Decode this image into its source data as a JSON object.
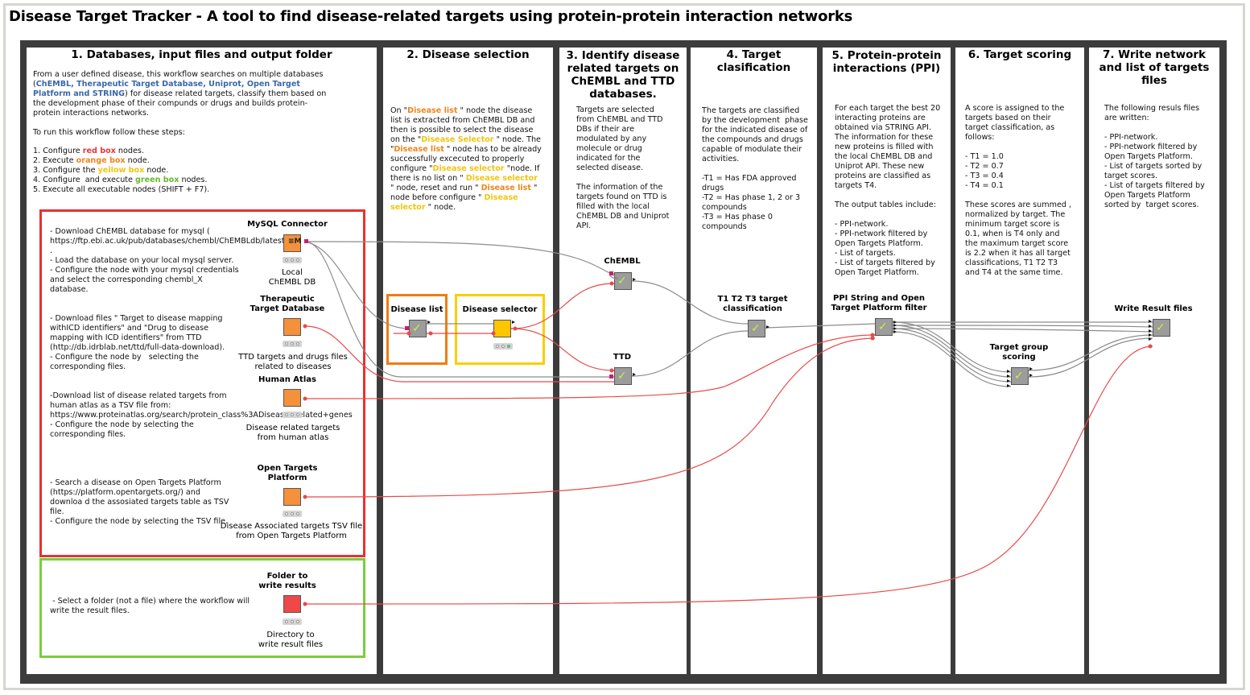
{
  "title": "Disease Target Tracker - A tool to find disease-related targets using protein-protein interaction networks",
  "columns": {
    "c1": "1. Databases, input files and output folder",
    "c2": "2. Disease selection",
    "c3": "3. Identify  disease related targets on ChEMBL and TTD databases.",
    "c4": "4. Target clasification",
    "c5": "5. Protein-protein interactions (PPI)",
    "c6": "6. Target scoring",
    "c7": "7. Write network and list of targets files"
  },
  "col1": {
    "intro_a": "From a user defined disease, this workflow searches on multiple databases (",
    "intro_dbs": "ChEMBL, Therapeutic Target Database, Uniprot, Open Target Platform and STRING",
    "intro_b": ") for disease related targets, classify them based on the development phase of their compunds or drugs and builds protein-protein interactions networks.",
    "steps_title": "To run this workflow follow these steps:",
    "step1_a": "1. Configure ",
    "step1_b": "red box",
    "step1_c": " nodes.",
    "step2_a": "2. Execute ",
    "step2_b": "orange box",
    "step2_c": " node.",
    "step3_a": "3. Configure the ",
    "step3_b": "yellow box",
    "step3_c": " node.",
    "step4_a": "4. Configure  and execute ",
    "step4_b": "green box",
    "step4_c": " nodes.",
    "step5": "5. Execute all executable nodes (SHIFT + F7).",
    "desc_mysql": "- Download ChEMBL database for mysql (   https://ftp.ebi.ac.uk/pub/databases/chembl/ChEMBLdb/latest/) .\n- Load the database on your local mysql server.\n- Configure the node with your mysql credentials and select the corresponding chembl_X database.",
    "desc_ttd": "- Download files \" Target to disease mapping withICD identifiers\" and \"Drug to disease mapping with ICD identifiers\" from TTD (http://db.idrblab.net/ttd/full-data-download).\n- Configure the node by   selecting the corresponding files.",
    "desc_atlas": "-Download list of disease related targets from human atlas as a TSV file from:\nhttps://www.proteinatlas.org/search/protein_class%3ADisease+related+genes\n- Configure the node by selecting the corresponding files.",
    "desc_otp": "- Search a disease on Open Targets Platform (https://platform.opentargets.org/) and downloa d the assosiated targets table as TSV file.\n- Configure the node by selecting the TSV file.",
    "desc_folder": " - Select a folder (not a file) where the workflow will write the result files."
  },
  "nodes": {
    "mysql_label": "MySQL Connector",
    "mysql_sub": "Local\nChEMBL DB",
    "ttd_label": "Therapeutic\nTarget Database",
    "ttd_sub": "TTD targets and drugs files\nrelated to diseases",
    "atlas_label": "Human Atlas",
    "atlas_sub": "Disease related targets\nfrom human atlas",
    "otp_label": "Open Targets\nPlatform",
    "otp_sub": "Disease Associated targets TSV file\nfrom Open Targets Platform",
    "folder_label": "Folder to\nwrite results",
    "folder_sub": "Directory to\nwrite result files",
    "disease_list": "Disease list",
    "disease_selector": "Disease selector",
    "chembl": "ChEMBL",
    "ttd": "TTD",
    "classif": "T1 T2 T3 target\nclassification",
    "ppi": "PPI String and Open\nTarget Platform filter",
    "scoring": "Target group\nscoring",
    "write": "Write Result files"
  },
  "col2": {
    "t1": "On \"",
    "t2": "Disease list",
    "t3": " \" node the disease list is extracted from ChEMBL DB and then is possible to select the disease on the \"",
    "t4": "Disease Selector",
    "t5": " \" node. The \"",
    "t6": "Disease list",
    "t7": " \" node has to be already successfully excecuted to properly configure \"",
    "t8": "Disease selector",
    "t9": " \"node. If there is no list on \" ",
    "t10": "Disease selector",
    "t11": " \" node, reset and run \" ",
    "t12": "Disease list",
    "t13": " \" node before configure \" ",
    "t14": "Disease selector",
    "t15": " \" node."
  },
  "col3": {
    "text": "Targets are selected from ChEMBL and TTD DBs if their are modulated by any molecule or drug indicated for the selected disease.\n\nThe information of the targets found on TTD is filled with the local ChEMBL DB and Uniprot API."
  },
  "col4": {
    "text": "The targets are classified by the development  phase for the indicated disease of the compounds and drugs capable of modulate their activities.\n\n-T1 = Has FDA approved drugs\n-T2 = Has phase 1, 2 or 3 compounds\n-T3 = Has phase 0 compounds"
  },
  "col5": {
    "text": "For each target the best 20 interacting proteins are obtained via STRING API. The information for these new proteins is filled with the local ChEMBL DB and Uniprot API. These new proteins are classified as targets T4.\n\nThe output tables include:\n\n- PPI-network.\n- PPI-network filtered by Open Targets Platform.\n- List of targets.\n- List of targets filtered by Open Target Platform."
  },
  "col6": {
    "text": "A score is assigned to the targets based on their target classification, as follows:\n\n- T1 = 1.0\n- T2 = 0.7\n- T3 = 0.4\n- T4 = 0.1\n\nThese scores are summed , normalized by target. The minimum target score is 0.1, when is T4 only and the maximum target score is 2.2 when it has all target classifications, T1 T2 T3 and T4 at the same time."
  },
  "col7": {
    "text": "The following resuls files are written:\n\n- PPI-network.\n- PPI-network filtered by Open Targets Platform.\n- List of targets sorted by target scores.\n- List of targets filtered by Open Targets Platform sorted by  target scores."
  },
  "colors": {
    "red_box": "#e8312f",
    "orange_box": "#ee7d12",
    "yellow_box": "#f8d000",
    "green_box": "#78cf3c",
    "board": "#3c3c3c"
  }
}
